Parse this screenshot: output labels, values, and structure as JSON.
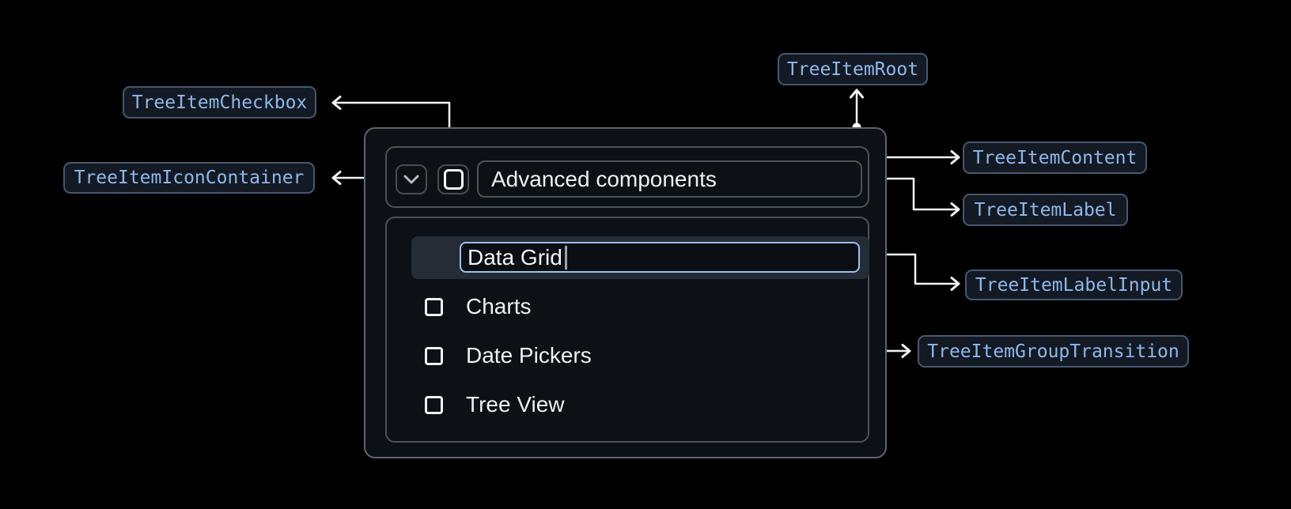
{
  "annotations": {
    "root": "TreeItemRoot",
    "content": "TreeItemContent",
    "label": "TreeItemLabel",
    "label_input": "TreeItemLabelInput",
    "group_transition": "TreeItemGroupTransition",
    "checkbox": "TreeItemCheckbox",
    "icon_container": "TreeItemIconContainer"
  },
  "tree": {
    "parent_label": "Advanced components",
    "parent_expanded": true,
    "editing_value": "Data Grid",
    "children": [
      "Charts",
      "Date Pickers",
      "Tree View"
    ],
    "checkboxes_checked": false
  },
  "icons": {
    "expand": "chevron-down-icon",
    "checkbox": "checkbox-unchecked-icon"
  },
  "colors": {
    "page_background": "#000000",
    "component_background": "#0d1115",
    "component_border": "#5d646c",
    "inner_border": "#4a525a",
    "selected_row_background": "#262c36",
    "input_border_accent": "#97c1f2",
    "badge_background": "#131a24",
    "badge_border": "#46586e",
    "badge_text": "#8fb8ea",
    "connector": "#f1f5f9",
    "text_primary": "#eef0f2"
  }
}
